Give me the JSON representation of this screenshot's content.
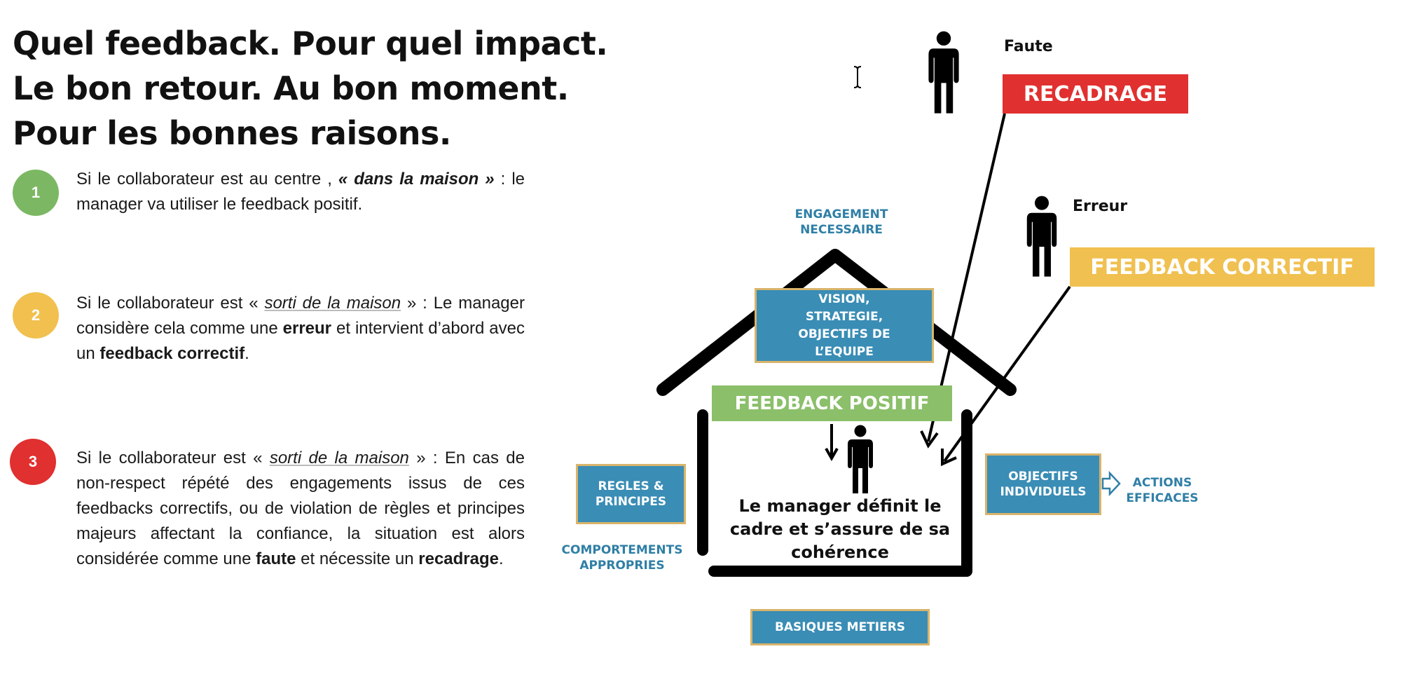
{
  "title": {
    "line1": "Quel feedback. Pour quel impact.",
    "line2": "Le bon retour. Au bon moment.",
    "line3": "Pour les bonnes raisons."
  },
  "points": [
    {
      "number": "1",
      "color": "#7cb863",
      "t1": "Si le collaborateur est au centre , ",
      "em1": "« dans la maison »",
      "t2": " : le manager va utiliser le feedback positif."
    },
    {
      "number": "2",
      "color": "#f1c04e",
      "t1": "Si le collaborateur est « ",
      "em1": "sorti de la maison",
      "t2": " » : Le manager considère cela comme une ",
      "b1": "erreur",
      "t3": " et intervient d’abord avec un ",
      "b2": "feedback correctif",
      "t4": "."
    },
    {
      "number": "3",
      "color": "#e0302f",
      "t1": "Si le collaborateur est « ",
      "em1": "sorti de la maison",
      "t2": " » : En cas de non-respect répété des engagements issus de ces feedbacks correctifs, ou de violation de règles et principes majeurs affectant la confiance, la situation est alors considérée comme une ",
      "b1": "faute",
      "t3": " et nécessite un ",
      "b2": "recadrage",
      "t4": "."
    }
  ],
  "diagram": {
    "faute_label": "Faute",
    "recadrage": "RECADRAGE",
    "erreur_label": "Erreur",
    "feedback_correctif": "FEEDBACK CORRECTIF",
    "engagement": [
      "ENGAGEMENT",
      "NECESSAIRE"
    ],
    "vision": [
      "VISION,",
      "STRATEGIE,",
      "OBJECTIFS DE",
      "L’EQUIPE"
    ],
    "feedback_positif": "FEEDBACK POSITIF",
    "manager": [
      "Le manager définit le",
      "cadre et s’assure de sa",
      "cohérence"
    ],
    "regles": [
      "REGLES &",
      "PRINCIPES"
    ],
    "comportements": [
      "COMPORTEMENTS",
      "APPROPRIES"
    ],
    "objectifs_indiv": [
      "OBJECTIFS",
      "INDIVIDUELS"
    ],
    "actions": [
      "ACTIONS",
      "EFFICACES"
    ],
    "basiques": "BASIQUES METIERS"
  },
  "colors": {
    "red": "#e0302f",
    "yellow": "#f0c050",
    "green": "#8bbf6a",
    "blue": "#3a8db5",
    "blue_text": "#2f7fa6"
  }
}
